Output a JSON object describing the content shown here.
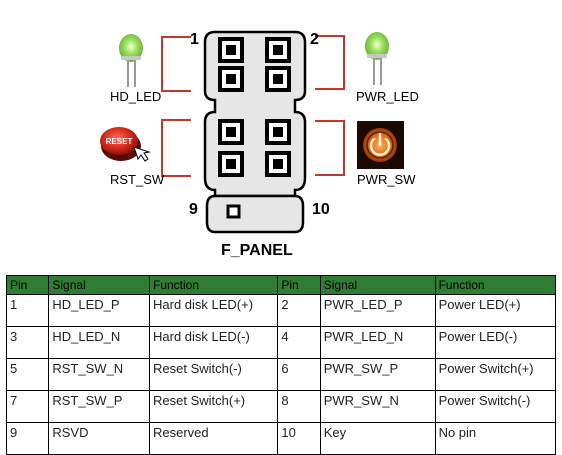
{
  "diagram": {
    "title": "F_PANEL",
    "pin_numbers": {
      "top_left": "1",
      "top_right": "2",
      "bottom_left": "9",
      "bottom_right": "10"
    },
    "labels": {
      "hd_led": "HD_LED",
      "pwr_led": "PWR_LED",
      "rst_sw": "RST_SW",
      "pwr_sw": "PWR_SW"
    },
    "reset_button_text": "RESET",
    "colors": {
      "led_green": "#7fd14a",
      "bracket_red": "#c0392b",
      "header_fill": "#e6e6e6",
      "power_orange": "#f28a1c"
    }
  },
  "table": {
    "header_color": "#2e7d32",
    "headers": [
      "Pin",
      "Signal",
      "Function",
      "Pin",
      "Signal",
      "Function"
    ],
    "rows": [
      [
        "1",
        "HD_LED_P",
        "Hard disk LED(+)",
        "2",
        "PWR_LED_P",
        "Power LED(+)"
      ],
      [
        "3",
        "HD_LED_N",
        "Hard disk LED(-)",
        "4",
        "PWR_LED_N",
        "Power LED(-)"
      ],
      [
        "5",
        "RST_SW_N",
        "Reset Switch(-)",
        "6",
        "PWR_SW_P",
        "Power Switch(+)"
      ],
      [
        "7",
        "RST_SW_P",
        "Reset Switch(+)",
        "8",
        "PWR_SW_N",
        "Power Switch(-)"
      ],
      [
        "9",
        "RSVD",
        "Reserved",
        "10",
        "Key",
        "No pin"
      ]
    ]
  }
}
